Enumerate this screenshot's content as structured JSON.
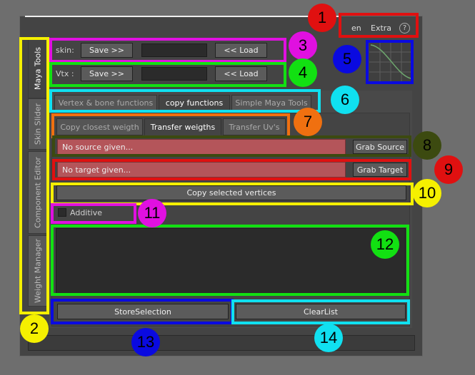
{
  "header": {
    "lang_label": "en",
    "extra_label": "Extra",
    "help_symbol": "?"
  },
  "side_tabs": [
    "Maya Tools",
    "Skin Slider",
    "Component Editor",
    "Weight Manager"
  ],
  "skin_row": {
    "label": "skin:",
    "save_label": "Save >>",
    "load_label": "<< Load",
    "value": ""
  },
  "vtx_row": {
    "label": "Vtx :",
    "save_label": "Save >>",
    "load_label": "<< Load",
    "value": ""
  },
  "main_tabs": [
    "Vertex & bone functions",
    "copy functions",
    "Simple Maya Tools"
  ],
  "sub_tabs": [
    "Copy closest weigth",
    "Transfer weigths",
    "Transfer Uv's"
  ],
  "source": {
    "placeholder": "No source given...",
    "button": "Grab Source"
  },
  "target": {
    "placeholder": "No target given...",
    "button": "Grab Target"
  },
  "copy_button": "Copy selected vertices",
  "additive": {
    "label": "Additive",
    "checked": false
  },
  "store_button": "StoreSelection",
  "clear_button": "ClearList",
  "annotations": [
    "1",
    "2",
    "3",
    "4",
    "5",
    "6",
    "7",
    "8",
    "9",
    "10",
    "11",
    "12",
    "13",
    "14"
  ],
  "colors": {
    "red": "#e01010",
    "yellow": "#f5f000",
    "magenta": "#e010e0",
    "green": "#12e012",
    "blue": "#0a0ae0",
    "cyan": "#10e0f0",
    "orange": "#f07010",
    "olive": "#3c4a10"
  }
}
